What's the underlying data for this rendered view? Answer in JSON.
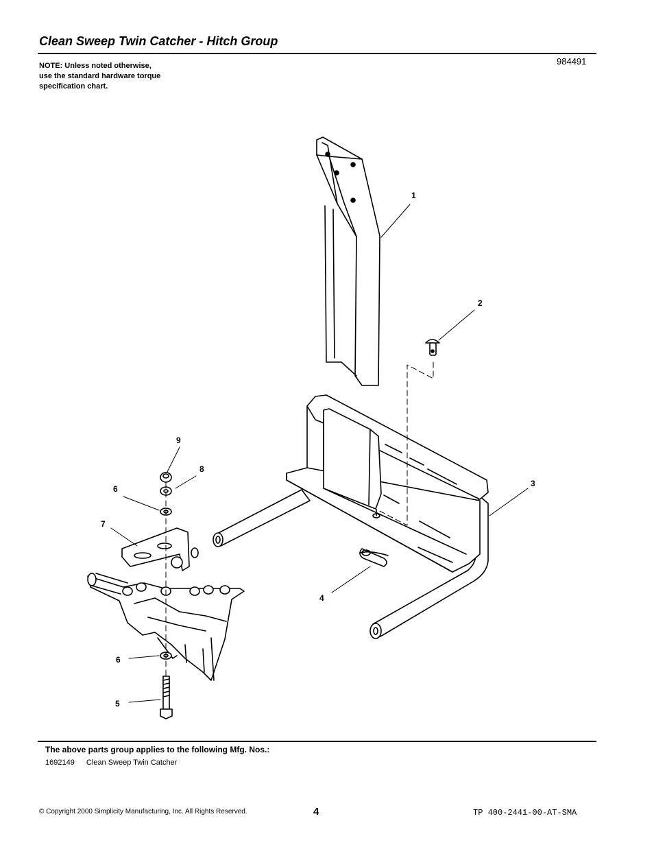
{
  "header": {
    "title": "Clean Sweep Twin Catcher - Hitch Group",
    "diagram_number": "984491",
    "note_lines": [
      "NOTE: Unless noted otherwise,",
      "use the standard hardware torque",
      "specification chart."
    ]
  },
  "callouts": {
    "c1": "1",
    "c2": "2",
    "c3": "3",
    "c4": "4",
    "c5": "5",
    "c6a": "6",
    "c6b": "6",
    "c7": "7",
    "c8": "8",
    "c9": "9"
  },
  "applies": {
    "heading": "The above parts group applies to the following Mfg. Nos.:",
    "mfg_number": "1692149",
    "mfg_description": "Clean Sweep Twin Catcher"
  },
  "footer": {
    "copyright": "© Copyright 2000 Simplicity Manufacturing, Inc. All Rights Reserved.",
    "page": "4",
    "doc_number": "TP 400-2441-00-AT-SMA"
  }
}
